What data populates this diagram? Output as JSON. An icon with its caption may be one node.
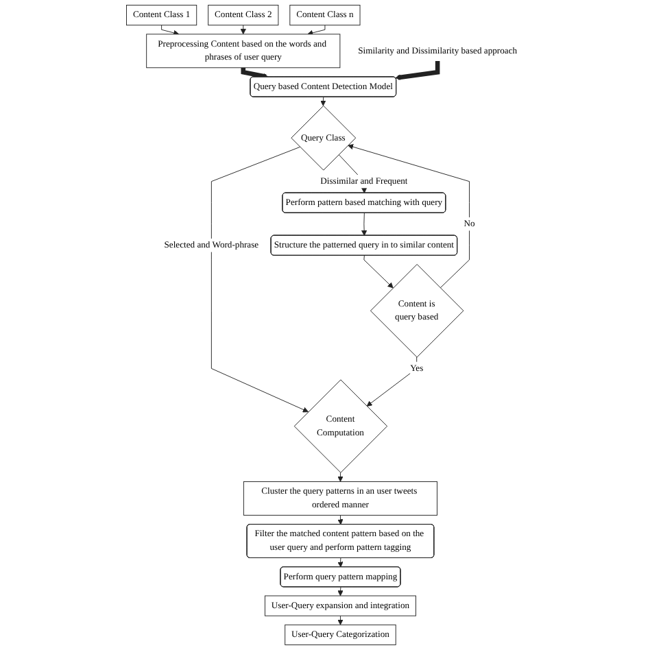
{
  "diagram": {
    "nodes": [
      {
        "text": [
          "Content Class 1"
        ]
      },
      {
        "text": [
          "Content Class 2"
        ]
      },
      {
        "text": [
          "Content Class n"
        ]
      },
      {
        "text": [
          "Preprocessing Content based on the words and phrases of user query"
        ]
      },
      {
        "text": [
          "Query based Content Detection Model"
        ]
      },
      {
        "text": [
          "Similarity and Dissimilarity based approach"
        ]
      },
      {
        "text": [
          "Query Class"
        ]
      },
      {
        "text": [
          "Perform pattern based matching with query"
        ]
      },
      {
        "text": [
          "Structure the patterned query in to similar content"
        ]
      },
      {
        "text": [
          "Content is query based"
        ]
      },
      {
        "text": [
          "Content Computation"
        ]
      },
      {
        "text": [
          "Cluster the query patterns in an user tweets ordered manner"
        ]
      },
      {
        "text": [
          "Filter the matched content pattern based on the user query and perform pattern tagging"
        ]
      },
      {
        "text": [
          "Perform query pattern mapping"
        ]
      },
      {
        "text": [
          "User-Query expansion and integration"
        ]
      },
      {
        "text": [
          "User-Query Categorization"
        ]
      }
    ],
    "edges": [
      {
        "from": 0,
        "to": 3,
        "arrow": "to"
      },
      {
        "from": 1,
        "to": 3,
        "arrow": "to"
      },
      {
        "from": 2,
        "to": 3,
        "arrow": "to"
      },
      {
        "from": 3,
        "to": 4,
        "arrow": "to",
        "style": "thick"
      },
      {
        "from": 5,
        "to": 4,
        "arrow": "to",
        "style": "thick"
      },
      {
        "from": 4,
        "to": 6,
        "arrow": "to"
      },
      {
        "from": 6,
        "to": 7,
        "label": "Dissimilar and Frequent",
        "arrow": "to"
      },
      {
        "from": 6,
        "to": 10,
        "label": "Selected and Word-phrase",
        "arrow": "to"
      },
      {
        "from": 7,
        "to": 8,
        "arrow": "to"
      },
      {
        "from": 8,
        "to": 9,
        "arrow": "to"
      },
      {
        "from": 9,
        "to": 6,
        "label": "No",
        "arrow": "to"
      },
      {
        "from": 9,
        "to": 10,
        "label": "Yes",
        "arrow": "to"
      },
      {
        "from": 10,
        "to": 11,
        "arrow": "to"
      },
      {
        "from": 11,
        "to": 12,
        "arrow": "to"
      },
      {
        "from": 12,
        "to": 13,
        "arrow": "to"
      },
      {
        "from": 13,
        "to": 14,
        "arrow": "to"
      },
      {
        "from": 14,
        "to": 15,
        "arrow": "to"
      }
    ]
  }
}
